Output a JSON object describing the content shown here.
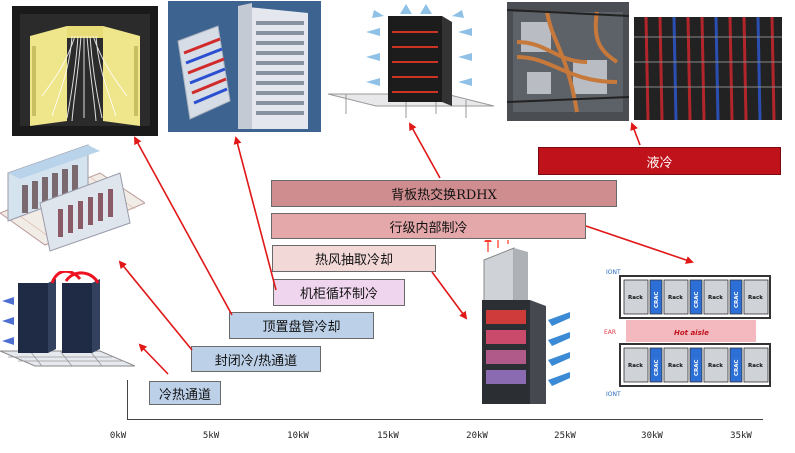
{
  "stages": [
    {
      "id": "cold-hot-aisle",
      "label": "冷热通道",
      "fill": "#bcd0e8"
    },
    {
      "id": "enclosed-aisle",
      "label": "封闭冷/热通道",
      "fill": "#bcd0e8"
    },
    {
      "id": "overhead-coil",
      "label": "顶置盘管冷却",
      "fill": "#bcd0e8"
    },
    {
      "id": "cabinet-loop",
      "label": "机柜循环制冷",
      "fill": "#efd6ee"
    },
    {
      "id": "hot-air-capture",
      "label": "热风抽取冷却",
      "fill": "#f3d8d8"
    },
    {
      "id": "in-row",
      "label": "行级内部制冷",
      "fill": "#e5a8aa"
    },
    {
      "id": "rdhx",
      "label": "背板热交换RDHX",
      "fill": "#cf8d8f"
    },
    {
      "id": "liquid",
      "label": "液冷",
      "fill": "#c0121b",
      "color": "#ffffff"
    }
  ],
  "axis": {
    "ticks": [
      "0kW",
      "5kW",
      "10kW",
      "15kW",
      "20kW",
      "25kW",
      "30kW",
      "35kW"
    ]
  },
  "diagram_labels": {
    "rack": "Rack",
    "crac": "CRAC",
    "hot_aisle": "Hot aisle",
    "cold_top": "IONT",
    "cold_bottom": "IONT",
    "hot_side": "EAR"
  },
  "colors": {
    "arrow": "#e01818",
    "axis": "#444444"
  }
}
